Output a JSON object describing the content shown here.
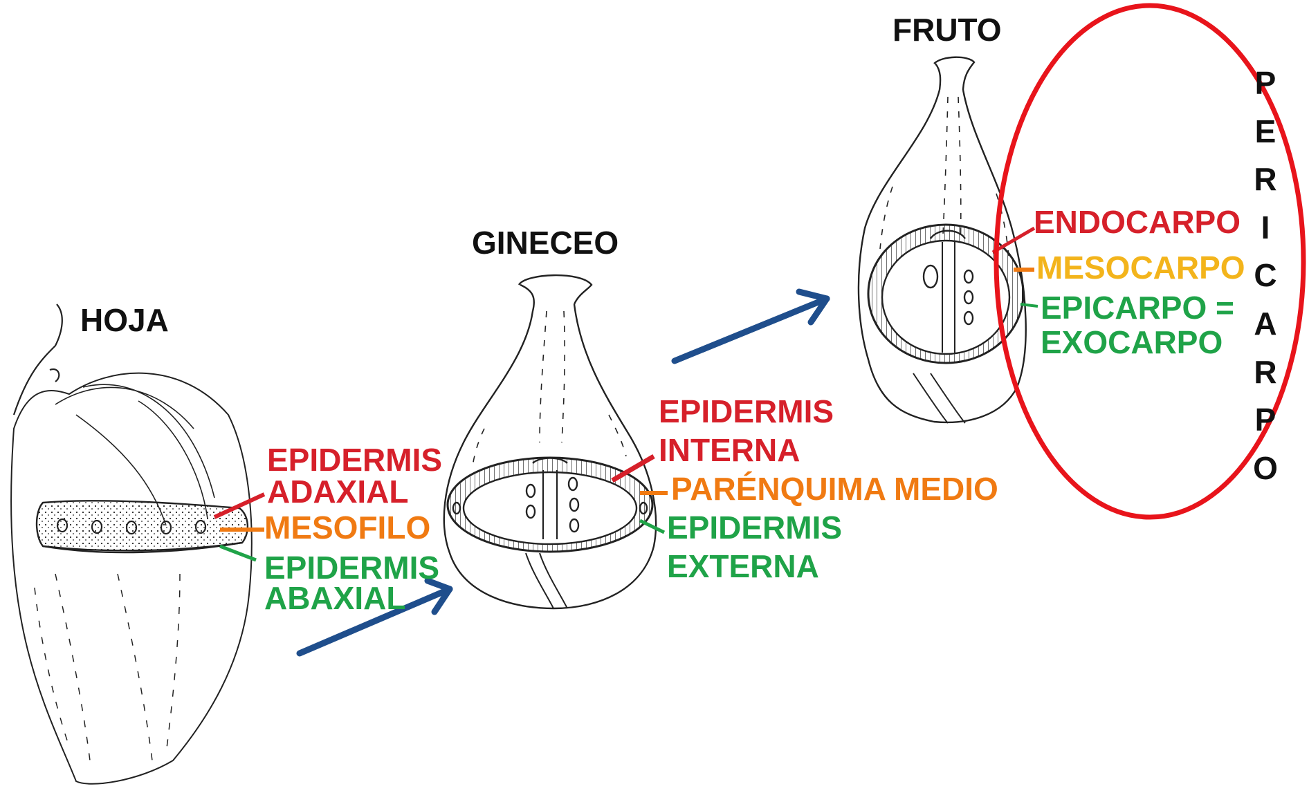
{
  "titles": {
    "hoja": "HOJA",
    "gineceo": "GINECEO",
    "fruto": "FRUTO"
  },
  "hoja_labels": {
    "epidermis_adaxial_1": "EPIDERMIS",
    "epidermis_adaxial_2": "ADAXIAL",
    "mesofilo": "MESOFILO",
    "epidermis_abaxial_1": "EPIDERMIS",
    "epidermis_abaxial_2": "ABAXIAL"
  },
  "gineceo_labels": {
    "epidermis_interna_1": "EPIDERMIS",
    "epidermis_interna_2": "INTERNA",
    "parenquima_medio": "PARÉNQUIMA MEDIO",
    "epidermis_externa_1": "EPIDERMIS",
    "epidermis_externa_2": "EXTERNA"
  },
  "fruto_labels": {
    "endocarpo": "ENDOCARPO",
    "mesocarpo": "MESOCARPO",
    "epicarpo_1": "EPICARPO =",
    "epicarpo_2": "EXOCARPO"
  },
  "pericarpo_letters": [
    "P",
    "E",
    "R",
    "I",
    "C",
    "A",
    "R",
    "P",
    "O"
  ],
  "colors": {
    "inner_layer": "#d6202a",
    "middle_layer": "#f07a12",
    "middle_layer_fruit": "#f3b41b",
    "outer_layer": "#1fa348",
    "arrow": "#1f4e8c",
    "highlight_ellipse": "#e8141b",
    "ink": "#111111"
  }
}
